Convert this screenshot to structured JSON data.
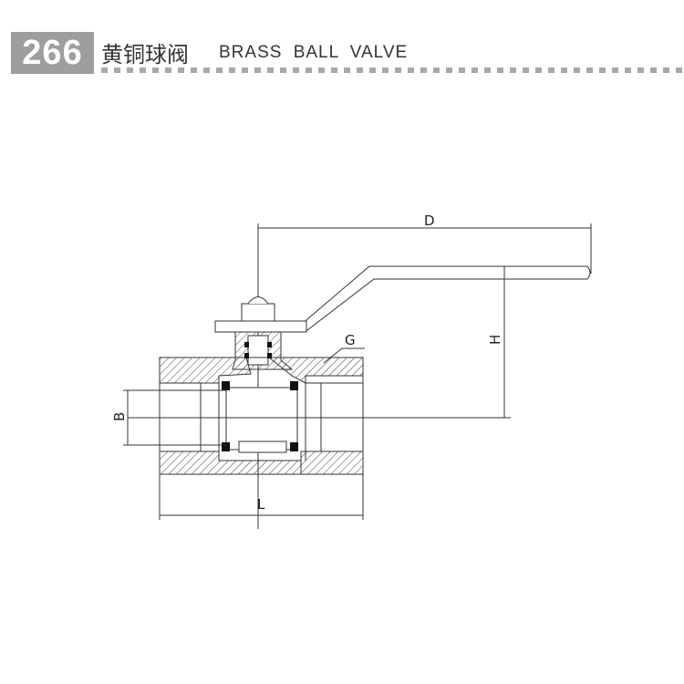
{
  "header": {
    "number": "266",
    "title_cn": "黄铜球阀",
    "title_en": "BRASS  BALL VALVE"
  },
  "drawing": {
    "labels": {
      "D": "D",
      "H": "H",
      "G": "G",
      "B": "B",
      "L": "L"
    }
  },
  "colors": {
    "header_box": "#9e9e9e",
    "line": "#333333"
  }
}
